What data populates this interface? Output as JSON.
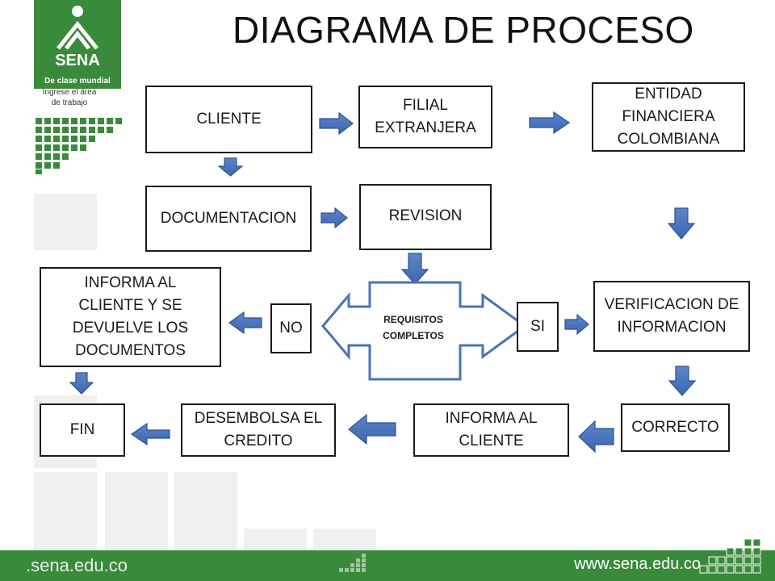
{
  "title": "DIAGRAMA DE PROCESO",
  "logo": {
    "text": "SENA",
    "tagline": "De clase mundial"
  },
  "work_area": "Ingrese el área\nde trabajo",
  "footer": {
    "url": "www.sena.edu.co",
    "url_faded": ".sena.edu.co"
  },
  "nodes": {
    "cliente": "CLIENTE",
    "filial": "FILIAL\nEXTRANJERA",
    "entidad": "ENTIDAD\nFINANCIERA\nCOLOMBIANA",
    "documentacion": "DOCUMENTACION",
    "revision": "REVISION",
    "requisitos": "REQUISITOS\nCOMPLETOS",
    "no": "NO",
    "si": "SI",
    "informa_devuelve": "INFORMA AL\nCLIENTE Y SE\nDEVUELVE LOS\nDOCUMENTOS",
    "verificacion": "VERIFICACION DE\nINFORMACION",
    "fin": "FIN",
    "desembolsa": "DESEMBOLSA EL\nCREDITO",
    "informa_cliente": "INFORMA AL\nCLIENTE",
    "correcto": "CORRECTO"
  },
  "colors": {
    "arrow": "#4a73b8",
    "arrow_stroke": "#2e5290",
    "brand_green": "#3a8a3b",
    "border": "#1a1a1a"
  }
}
